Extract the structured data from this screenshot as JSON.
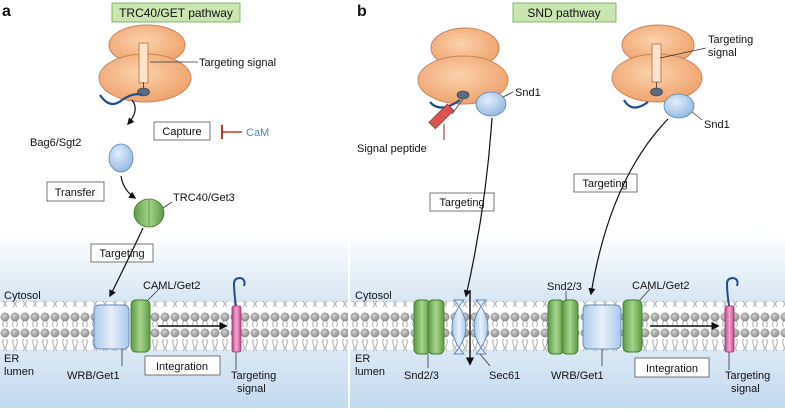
{
  "panel_a": {
    "letter": "a",
    "title": "TRC40/GET pathway",
    "targeting_signal": "Targeting signal",
    "capture": "Capture",
    "cam": "CaM",
    "bag6": "Bag6/Sgt2",
    "transfer": "Transfer",
    "trc40": "TRC40/Get3",
    "targeting": "Targeting",
    "cytosol": "Cytosol",
    "caml": "CAML/Get2",
    "er_line1": "ER",
    "er_line2": "lumen",
    "wrb": "WRB/Get1",
    "integration": "Integration",
    "targeting_signal_bottom_1": "Targeting",
    "targeting_signal_bottom_2": "signal"
  },
  "panel_b": {
    "letter": "b",
    "title": "SND pathway",
    "snd1_left": "Snd1",
    "signal_peptide": "Signal peptide",
    "targeting_left": "Targeting",
    "targeting_signal_right_1": "Targeting",
    "targeting_signal_right_2": "signal",
    "snd1_right": "Snd1",
    "targeting_right": "Targeting",
    "cytosol": "Cytosol",
    "snd23_top": "Snd2/3",
    "caml": "CAML/Get2",
    "er_line1": "ER",
    "er_line2": "lumen",
    "snd23_bottom": "Snd2/3",
    "sec61": "Sec61",
    "wrb": "WRB/Get1",
    "integration": "Integration",
    "targeting_signal_bottom_1": "Targeting",
    "targeting_signal_bottom_2": "signal"
  },
  "colors": {
    "title_bg": "#c9e6b0",
    "ribosome": "#f4b98a",
    "ribosome_stroke": "#c8855a",
    "blue_protein": "#b8d3f0",
    "green_protein": "#7cb65c",
    "pink_segment": "#e77bb7",
    "peptide_red": "#d9534f",
    "cam_text": "#4a86c8",
    "inhibitor_red": "#c0392b",
    "cytosol_gradient_top": "#ffffff",
    "cytosol_gradient_bottom": "#d7e7f4",
    "membrane_bead": "#9b9b9b",
    "thread": "#1f4e8c"
  }
}
